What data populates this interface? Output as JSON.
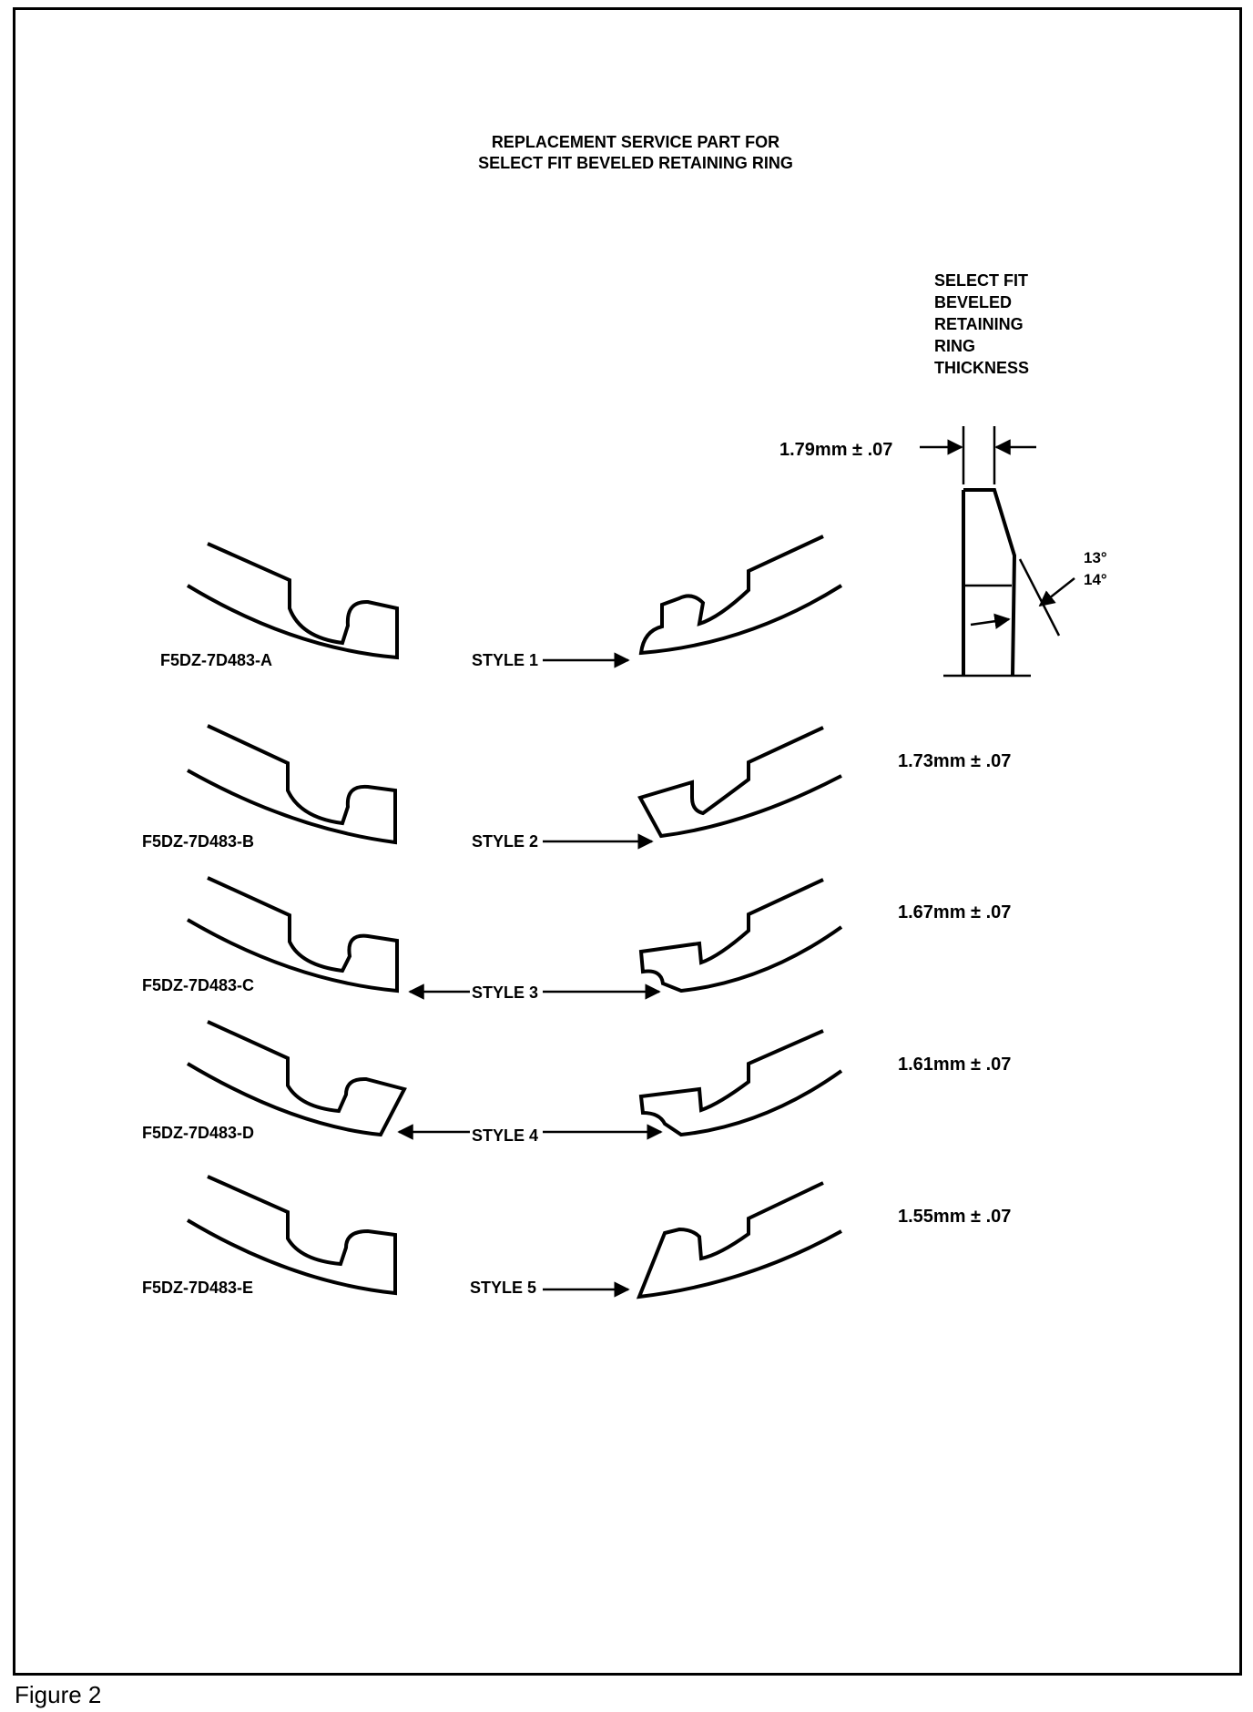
{
  "title_line1": "REPLACEMENT SERVICE PART FOR",
  "title_line2": "SELECT FIT BEVELED RETAINING RING",
  "thickness_header": [
    "SELECT FIT",
    "BEVELED",
    "RETAINING",
    "RING",
    "THICKNESS"
  ],
  "angle_labels": [
    "13°",
    "14°"
  ],
  "rows": [
    {
      "part": "F5DZ-7D483-A",
      "style": "STYLE 1",
      "thickness": "1.79mm ± .07"
    },
    {
      "part": "F5DZ-7D483-B",
      "style": "STYLE 2",
      "thickness": "1.73mm ± .07"
    },
    {
      "part": "F5DZ-7D483-C",
      "style": "STYLE 3",
      "thickness": "1.67mm ± .07"
    },
    {
      "part": "F5DZ-7D483-D",
      "style": "STYLE 4",
      "thickness": "1.61mm ± .07"
    },
    {
      "part": "F5DZ-7D483-E",
      "style": "STYLE 5",
      "thickness": "1.55mm ± .07"
    }
  ],
  "caption": "Figure 2"
}
